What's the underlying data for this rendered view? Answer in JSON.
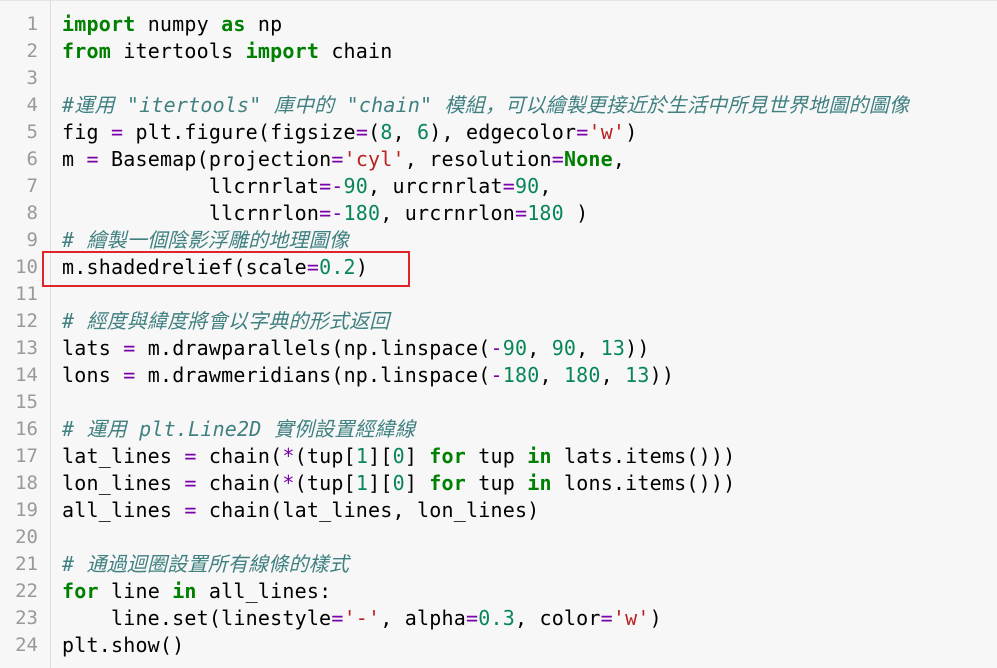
{
  "editor": {
    "lines": [
      {
        "n": "1",
        "tokens": [
          {
            "t": "import",
            "c": "kw"
          },
          {
            "t": " numpy ",
            "c": ""
          },
          {
            "t": "as",
            "c": "kw"
          },
          {
            "t": " np",
            "c": ""
          }
        ]
      },
      {
        "n": "2",
        "tokens": [
          {
            "t": "from",
            "c": "kw"
          },
          {
            "t": " itertools ",
            "c": ""
          },
          {
            "t": "import",
            "c": "kw"
          },
          {
            "t": " chain",
            "c": ""
          }
        ]
      },
      {
        "n": "3",
        "tokens": []
      },
      {
        "n": "4",
        "tokens": [
          {
            "t": "#運用 \"itertools\" 庫中的 \"chain\" 模組，可以繪製更接近於生活中所見世界地圖的圖像",
            "c": "cm"
          }
        ]
      },
      {
        "n": "5",
        "tokens": [
          {
            "t": "fig ",
            "c": ""
          },
          {
            "t": "=",
            "c": "op"
          },
          {
            "t": " plt.figure(figsize",
            "c": ""
          },
          {
            "t": "=",
            "c": "op"
          },
          {
            "t": "(",
            "c": ""
          },
          {
            "t": "8",
            "c": "num"
          },
          {
            "t": ", ",
            "c": ""
          },
          {
            "t": "6",
            "c": "num"
          },
          {
            "t": "), edgecolor",
            "c": ""
          },
          {
            "t": "=",
            "c": "op"
          },
          {
            "t": "'w'",
            "c": "str"
          },
          {
            "t": ")",
            "c": ""
          }
        ]
      },
      {
        "n": "6",
        "tokens": [
          {
            "t": "m ",
            "c": ""
          },
          {
            "t": "=",
            "c": "op"
          },
          {
            "t": " Basemap(projection",
            "c": ""
          },
          {
            "t": "=",
            "c": "op"
          },
          {
            "t": "'cyl'",
            "c": "str"
          },
          {
            "t": ", resolution",
            "c": ""
          },
          {
            "t": "=",
            "c": "op"
          },
          {
            "t": "None",
            "c": "kw"
          },
          {
            "t": ",",
            "c": ""
          }
        ]
      },
      {
        "n": "7",
        "tokens": [
          {
            "t": "            llcrnrlat",
            "c": ""
          },
          {
            "t": "=-",
            "c": "op"
          },
          {
            "t": "90",
            "c": "num"
          },
          {
            "t": ", urcrnrlat",
            "c": ""
          },
          {
            "t": "=",
            "c": "op"
          },
          {
            "t": "90",
            "c": "num"
          },
          {
            "t": ",",
            "c": ""
          }
        ]
      },
      {
        "n": "8",
        "tokens": [
          {
            "t": "            llcrnrlon",
            "c": ""
          },
          {
            "t": "=-",
            "c": "op"
          },
          {
            "t": "180",
            "c": "num"
          },
          {
            "t": ", urcrnrlon",
            "c": ""
          },
          {
            "t": "=",
            "c": "op"
          },
          {
            "t": "180",
            "c": "num"
          },
          {
            "t": " )",
            "c": ""
          }
        ]
      },
      {
        "n": "9",
        "tokens": [
          {
            "t": "# 繪製一個陰影浮雕的地理圖像",
            "c": "cm"
          }
        ]
      },
      {
        "n": "10",
        "tokens": [
          {
            "t": "m.shadedrelief(scale",
            "c": ""
          },
          {
            "t": "=",
            "c": "op"
          },
          {
            "t": "0.2",
            "c": "num"
          },
          {
            "t": ")",
            "c": ""
          }
        ]
      },
      {
        "n": "11",
        "tokens": []
      },
      {
        "n": "12",
        "tokens": [
          {
            "t": "# 經度與緯度將會以字典的形式返回",
            "c": "cm"
          }
        ]
      },
      {
        "n": "13",
        "tokens": [
          {
            "t": "lats ",
            "c": ""
          },
          {
            "t": "=",
            "c": "op"
          },
          {
            "t": " m.drawparallels(np.linspace(",
            "c": ""
          },
          {
            "t": "-",
            "c": "op"
          },
          {
            "t": "90",
            "c": "num"
          },
          {
            "t": ", ",
            "c": ""
          },
          {
            "t": "90",
            "c": "num"
          },
          {
            "t": ", ",
            "c": ""
          },
          {
            "t": "13",
            "c": "num"
          },
          {
            "t": "))",
            "c": ""
          }
        ]
      },
      {
        "n": "14",
        "tokens": [
          {
            "t": "lons ",
            "c": ""
          },
          {
            "t": "=",
            "c": "op"
          },
          {
            "t": " m.drawmeridians(np.linspace(",
            "c": ""
          },
          {
            "t": "-",
            "c": "op"
          },
          {
            "t": "180",
            "c": "num"
          },
          {
            "t": ", ",
            "c": ""
          },
          {
            "t": "180",
            "c": "num"
          },
          {
            "t": ", ",
            "c": ""
          },
          {
            "t": "13",
            "c": "num"
          },
          {
            "t": "))",
            "c": ""
          }
        ]
      },
      {
        "n": "15",
        "tokens": []
      },
      {
        "n": "16",
        "tokens": [
          {
            "t": "# 運用 plt.Line2D 實例設置經緯線",
            "c": "cm"
          }
        ]
      },
      {
        "n": "17",
        "tokens": [
          {
            "t": "lat_lines ",
            "c": ""
          },
          {
            "t": "=",
            "c": "op"
          },
          {
            "t": " chain(",
            "c": ""
          },
          {
            "t": "*",
            "c": "op"
          },
          {
            "t": "(tup[",
            "c": ""
          },
          {
            "t": "1",
            "c": "num"
          },
          {
            "t": "][",
            "c": ""
          },
          {
            "t": "0",
            "c": "num"
          },
          {
            "t": "] ",
            "c": ""
          },
          {
            "t": "for",
            "c": "kw"
          },
          {
            "t": " tup ",
            "c": ""
          },
          {
            "t": "in",
            "c": "kw"
          },
          {
            "t": " lats.items()))",
            "c": ""
          }
        ]
      },
      {
        "n": "18",
        "tokens": [
          {
            "t": "lon_lines ",
            "c": ""
          },
          {
            "t": "=",
            "c": "op"
          },
          {
            "t": " chain(",
            "c": ""
          },
          {
            "t": "*",
            "c": "op"
          },
          {
            "t": "(tup[",
            "c": ""
          },
          {
            "t": "1",
            "c": "num"
          },
          {
            "t": "][",
            "c": ""
          },
          {
            "t": "0",
            "c": "num"
          },
          {
            "t": "] ",
            "c": ""
          },
          {
            "t": "for",
            "c": "kw"
          },
          {
            "t": " tup ",
            "c": ""
          },
          {
            "t": "in",
            "c": "kw"
          },
          {
            "t": " lons.items()))",
            "c": ""
          }
        ]
      },
      {
        "n": "19",
        "tokens": [
          {
            "t": "all_lines ",
            "c": ""
          },
          {
            "t": "=",
            "c": "op"
          },
          {
            "t": " chain(lat_lines, lon_lines)",
            "c": ""
          }
        ]
      },
      {
        "n": "20",
        "tokens": []
      },
      {
        "n": "21",
        "tokens": [
          {
            "t": "# 通過迴圈設置所有線條的樣式",
            "c": "cm"
          }
        ]
      },
      {
        "n": "22",
        "tokens": [
          {
            "t": "for",
            "c": "kw"
          },
          {
            "t": " line ",
            "c": ""
          },
          {
            "t": "in",
            "c": "kw"
          },
          {
            "t": " all_lines:",
            "c": ""
          }
        ]
      },
      {
        "n": "23",
        "tokens": [
          {
            "t": "    line.set(linestyle",
            "c": ""
          },
          {
            "t": "=",
            "c": "op"
          },
          {
            "t": "'-'",
            "c": "str"
          },
          {
            "t": ", alpha",
            "c": ""
          },
          {
            "t": "=",
            "c": "op"
          },
          {
            "t": "0.3",
            "c": "num"
          },
          {
            "t": ", color",
            "c": ""
          },
          {
            "t": "=",
            "c": "op"
          },
          {
            "t": "'w'",
            "c": "str"
          },
          {
            "t": ")",
            "c": ""
          }
        ]
      },
      {
        "n": "24",
        "tokens": [
          {
            "t": "plt.show()",
            "c": ""
          }
        ]
      }
    ],
    "highlighted_line": "10",
    "colors": {
      "background": "#f7f7f7",
      "keyword": "#008000",
      "number": "#098658",
      "string": "#ba2121",
      "operator": "#7a00a8",
      "comment": "#408080",
      "highlight_border": "#e0242a"
    }
  }
}
